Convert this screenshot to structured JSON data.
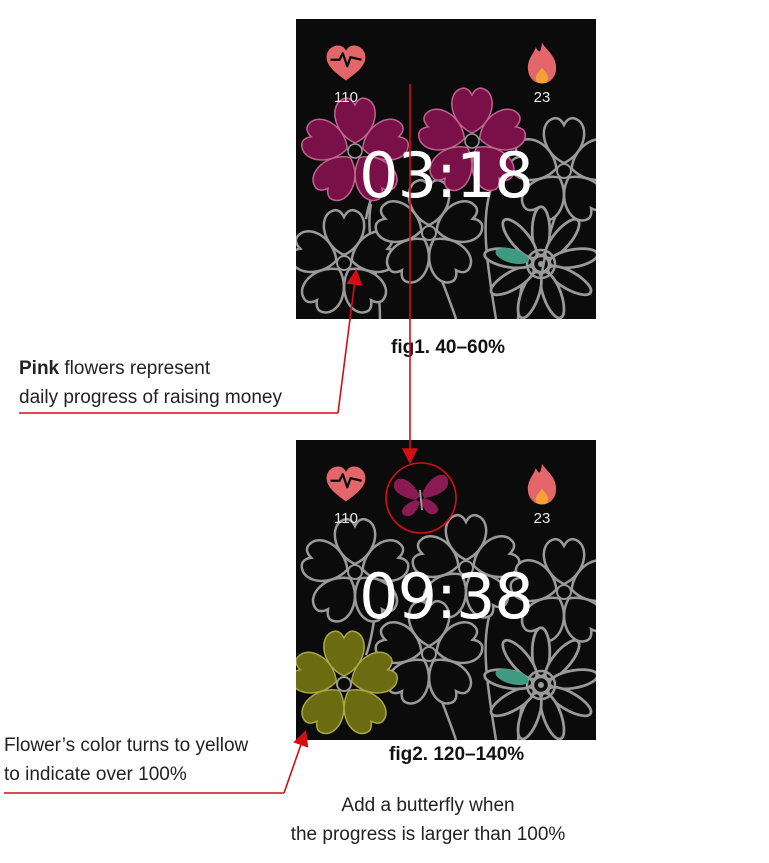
{
  "figures": [
    {
      "heart_rate": "110",
      "calories": "23",
      "time": "03:18",
      "caption": "fig1. 40–60%",
      "highlight_color": "#7a1048"
    },
    {
      "heart_rate": "110",
      "calories": "23",
      "time": "09:38",
      "caption": "fig2. 120–140%",
      "highlight_color": "#6b6b12"
    }
  ],
  "notes": {
    "pink_word": "Pink",
    "pink_rest_1": " flowers represent",
    "pink_line_2": "daily progress of raising money",
    "yellow_line_1": "Flower’s color turns to yellow",
    "yellow_line_2": "to indicate over 100%",
    "butterfly_line_1": "Add a butterfly when",
    "butterfly_line_2": "the progress is larger than 100%"
  },
  "icons": [
    "heart-rate-icon",
    "flame-icon",
    "butterfly-icon",
    "flower-icon"
  ],
  "colors": {
    "watch_background": "#0b0b0b",
    "heart": "#e3666a",
    "flame": "#e3666a",
    "flame_core": "#f4a233",
    "outline_flower": "#9a9a9a",
    "leaf": "#3f9a82",
    "annotation_red": "#d40f14",
    "butterfly": "#8a1b52"
  }
}
